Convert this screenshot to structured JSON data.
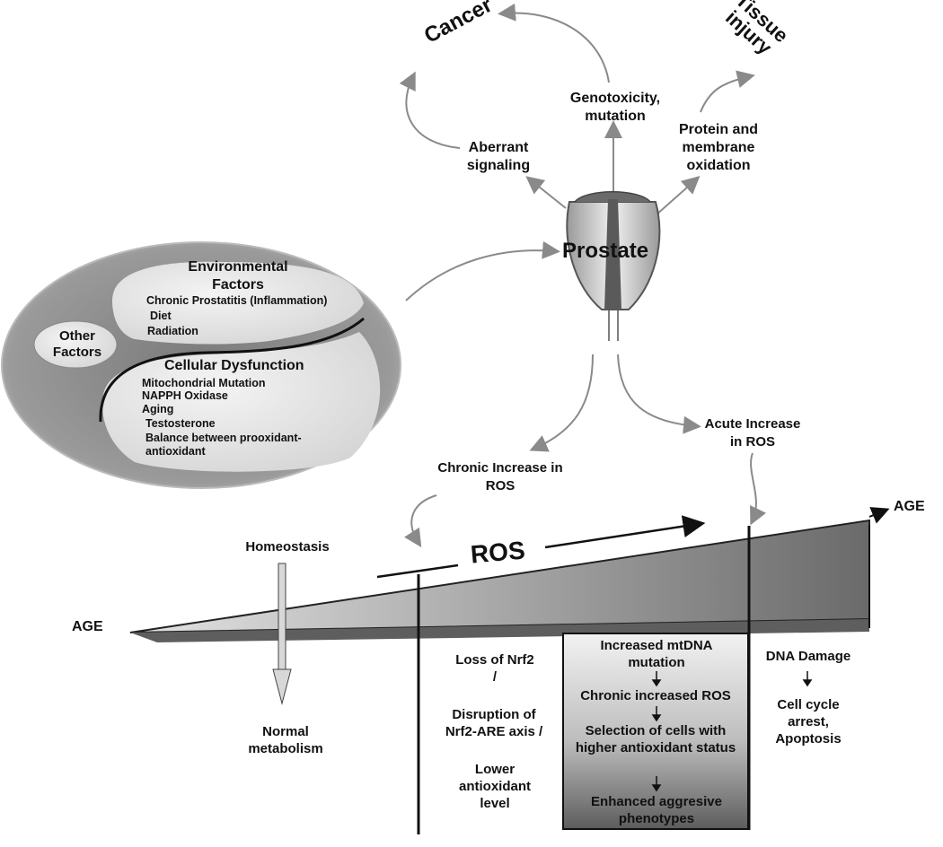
{
  "outcomes": {
    "cancer": "Cancer",
    "tissue_injury": "Tissue injury",
    "genotoxicity": "Genotoxicity, mutation",
    "aberrant_signaling": "Aberrant signaling",
    "protein_oxidation": "Protein and membrane oxidation"
  },
  "prostate_label": "Prostate",
  "factors": {
    "environmental_title": "Environmental Factors",
    "environmental_items": [
      "Chronic Prostatitis (Inflammation)",
      "Diet",
      "Radiation"
    ],
    "other_title": "Other Factors",
    "cellular_title": "Cellular Dysfunction",
    "cellular_items": [
      "Mitochondrial Mutation",
      "NAPPH Oxidase",
      "Aging",
      "Testosterone",
      "Balance between prooxidant-antioxidant"
    ]
  },
  "ros_increase": {
    "chronic": "Chronic Increase in ROS",
    "acute": "Acute Increase in ROS"
  },
  "age_axis": {
    "left_label": "AGE",
    "right_label": "AGE",
    "ros_label": "ROS"
  },
  "stages": {
    "homeostasis": "Homeostasis",
    "normal_metabolism": "Normal metabolism",
    "loss_nrf2": "Loss of Nrf2 /",
    "disruption": "Disruption of Nrf2-ARE axis /",
    "lower_antioxidant": "Lower antioxidant level",
    "mtdna": "Increased mtDNA mutation",
    "chronic_ros": "Chronic increased ROS",
    "selection": "Selection of cells with higher antioxidant status",
    "aggressive": "Enhanced aggresive phenotypes",
    "dna_damage": "DNA Damage",
    "cell_cycle": "Cell cycle arrest, Apoptosis"
  },
  "colors": {
    "arrow_gray": "#8a8a8a",
    "wedge_dark": "#5a5a5a",
    "wedge_light": "#d4d4d4"
  }
}
